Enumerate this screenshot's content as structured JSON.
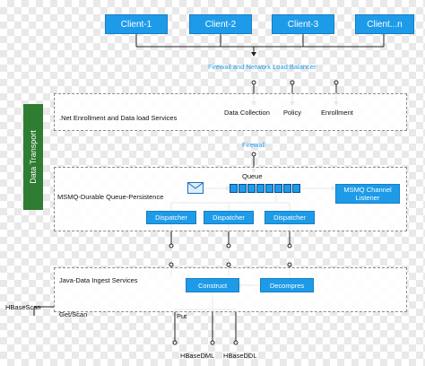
{
  "clients": [
    "Client-1",
    "Client-2",
    "Client-3",
    "Client...n"
  ],
  "firewall_lb_label": "Firewall and Network Load Balancer",
  "top_services": [
    "Data Collection",
    "Policy",
    "Enrollment"
  ],
  "enrollment_panel_label": ".Net Enrollment and Data load Services",
  "firewall_label": "Firewall",
  "transport_label": "Data Transport",
  "queue_label": "Queue",
  "msmq_panel_label": "MSMQ-Durable Queue-Persistence",
  "msmq_listener": "MSMQ Channel Listener",
  "dispatchers": [
    "Dispatcher",
    "Dispatcher",
    "Dispatcher"
  ],
  "ingest_panel_label": "Java-Data Ingest Services",
  "construct": "Construct",
  "decompress": "Decompres",
  "hbase_scan": "HBaseScan",
  "get_scan": "Get/Scan",
  "put": "Put",
  "hbase_dml": "HBaseDML",
  "hbase_ddl": "HBaseDDL",
  "colors": {
    "accent": "#1e9be8",
    "transport": "#2e7d32",
    "line": "#222222"
  }
}
